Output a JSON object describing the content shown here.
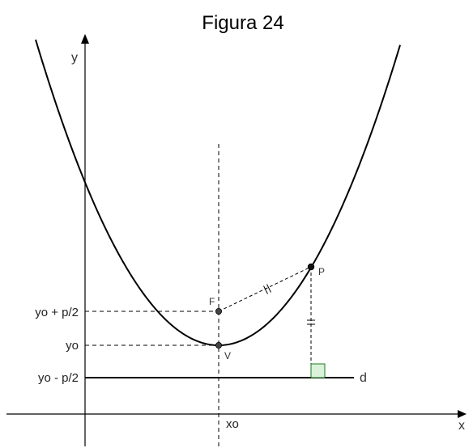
{
  "title": "Figura 24",
  "axes": {
    "x_label": "x",
    "y_label": "y"
  },
  "y_ticks": {
    "focus_level": "yo + p/2",
    "vertex_level": "yo",
    "directrix_level": "yo - p/2"
  },
  "x_ticks": {
    "vertex_x": "xo"
  },
  "points": {
    "focus": "F",
    "vertex": "V",
    "point_on_curve": "P"
  },
  "directrix_label": "d",
  "colors": {
    "ink": "#000000",
    "right_angle_fill": "#d9f2d9",
    "right_angle_stroke": "#1e7a1e",
    "point_fill": "#444444"
  }
}
